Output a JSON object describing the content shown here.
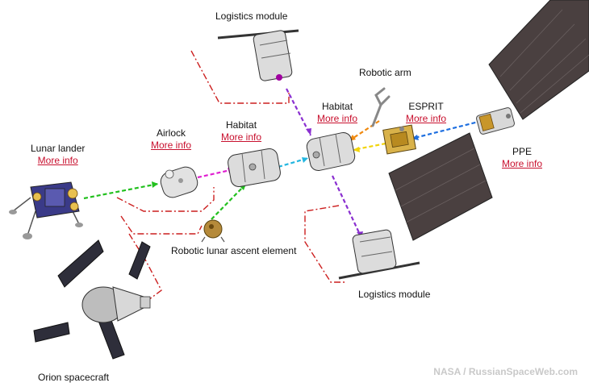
{
  "labels": {
    "lunar_lander": {
      "name": "Lunar lander",
      "link": "More info"
    },
    "airlock": {
      "name": "Airlock",
      "link": "More info"
    },
    "habitat_1": {
      "name": "Habitat",
      "link": "More info"
    },
    "habitat_2": {
      "name": "Habitat",
      "link": "More info"
    },
    "esprit": {
      "name": "ESPRIT",
      "link": "More info"
    },
    "ppe": {
      "name": "PPE",
      "link": "More info"
    },
    "logistics_top": {
      "name": "Logistics module"
    },
    "logistics_bottom": {
      "name": "Logistics module"
    },
    "robotic_arm": {
      "name": "Robotic arm"
    },
    "ascent_element": {
      "name": "Robotic lunar ascent element"
    },
    "orion": {
      "name": "Orion spacecraft"
    }
  },
  "credit": "NASA / RussianSpaceWeb.com",
  "colors": {
    "link": "#c8102e",
    "docking_green": "#22c01e",
    "docking_magenta": "#e01fd0",
    "docking_cyan": "#23b6e0",
    "docking_purple": "#8a2fd0",
    "docking_orange": "#f08a10",
    "docking_yellow": "#f2d40a",
    "docking_blue": "#1e6fe0",
    "guide_red": "#cc1f1f",
    "solar_panel": "#4a4040"
  }
}
